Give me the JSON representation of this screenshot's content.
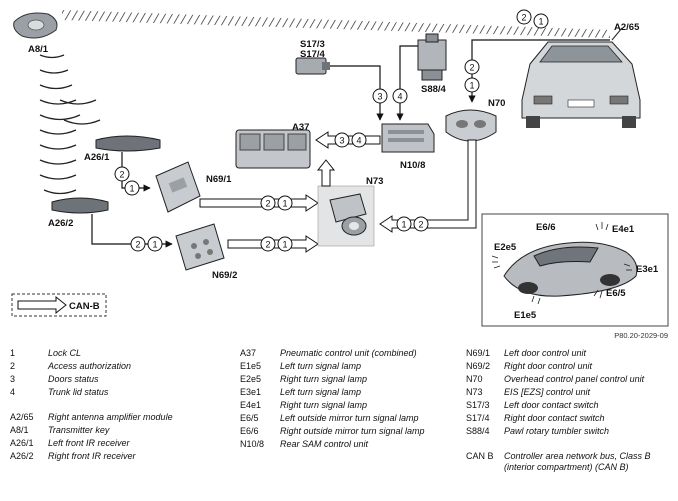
{
  "labels": {
    "a8_1": "A8/1",
    "a2_65": "A2/65",
    "a26_1": "A26/1",
    "a26_2": "A26/2",
    "n69_1": "N69/1",
    "n69_2": "N69/2",
    "a37": "A37",
    "n73": "N73",
    "n10_8": "N10/8",
    "n70": "N70",
    "s17_3": "S17/3",
    "s17_4": "S17/4",
    "s88_4": "S88/4",
    "e6_6": "E6/6",
    "e4e1": "E4e1",
    "e2e5": "E2e5",
    "e3e1": "E3e1",
    "e6_5": "E6/5",
    "e1e5": "E1e5",
    "can_b_box": "CAN-B",
    "ref_code": "P80.20-2029-09"
  },
  "signal_numbers": {
    "one": "1",
    "two": "2",
    "three": "3",
    "four": "4"
  },
  "legend": {
    "col1": [
      {
        "key": "1",
        "value": "Lock CL"
      },
      {
        "key": "2",
        "value": "Access authorization"
      },
      {
        "key": "3",
        "value": "Doors status"
      },
      {
        "key": "4",
        "value": "Trunk lid status"
      },
      {
        "key": "",
        "value": ""
      },
      {
        "key": "A2/65",
        "value": "Right antenna amplifier module"
      },
      {
        "key": "A8/1",
        "value": "Transmitter key"
      },
      {
        "key": "A26/1",
        "value": "Left front IR receiver"
      },
      {
        "key": "A26/2",
        "value": "Right front IR receiver"
      }
    ],
    "col2": [
      {
        "key": "A37",
        "value": "Pneumatic control unit (combined)"
      },
      {
        "key": "E1e5",
        "value": "Left turn signal lamp"
      },
      {
        "key": "E2e5",
        "value": "Right turn signal lamp"
      },
      {
        "key": "E3e1",
        "value": "Left turn signal lamp"
      },
      {
        "key": "E4e1",
        "value": "Right turn signal lamp"
      },
      {
        "key": "E6/5",
        "value": "Left outside mirror turn signal lamp"
      },
      {
        "key": "E6/6",
        "value": "Right outside mirror turn signal lamp"
      },
      {
        "key": "N10/8",
        "value": "Rear SAM control unit"
      }
    ],
    "col3": [
      {
        "key": "N69/1",
        "value": "Left door control unit"
      },
      {
        "key": "N69/2",
        "value": "Right door control unit"
      },
      {
        "key": "N70",
        "value": "Overhead control panel control unit"
      },
      {
        "key": "N73",
        "value": "EIS [EZS] control unit"
      },
      {
        "key": "S17/3",
        "value": "Left door contact switch"
      },
      {
        "key": "S17/4",
        "value": "Right door contact switch"
      },
      {
        "key": "S88/4",
        "value": "Pawl rotary tumbler switch"
      },
      {
        "key": "",
        "value": ""
      },
      {
        "key": "CAN B",
        "value": "Controller area network bus, Class B (interior compartment) (CAN B)"
      }
    ]
  }
}
